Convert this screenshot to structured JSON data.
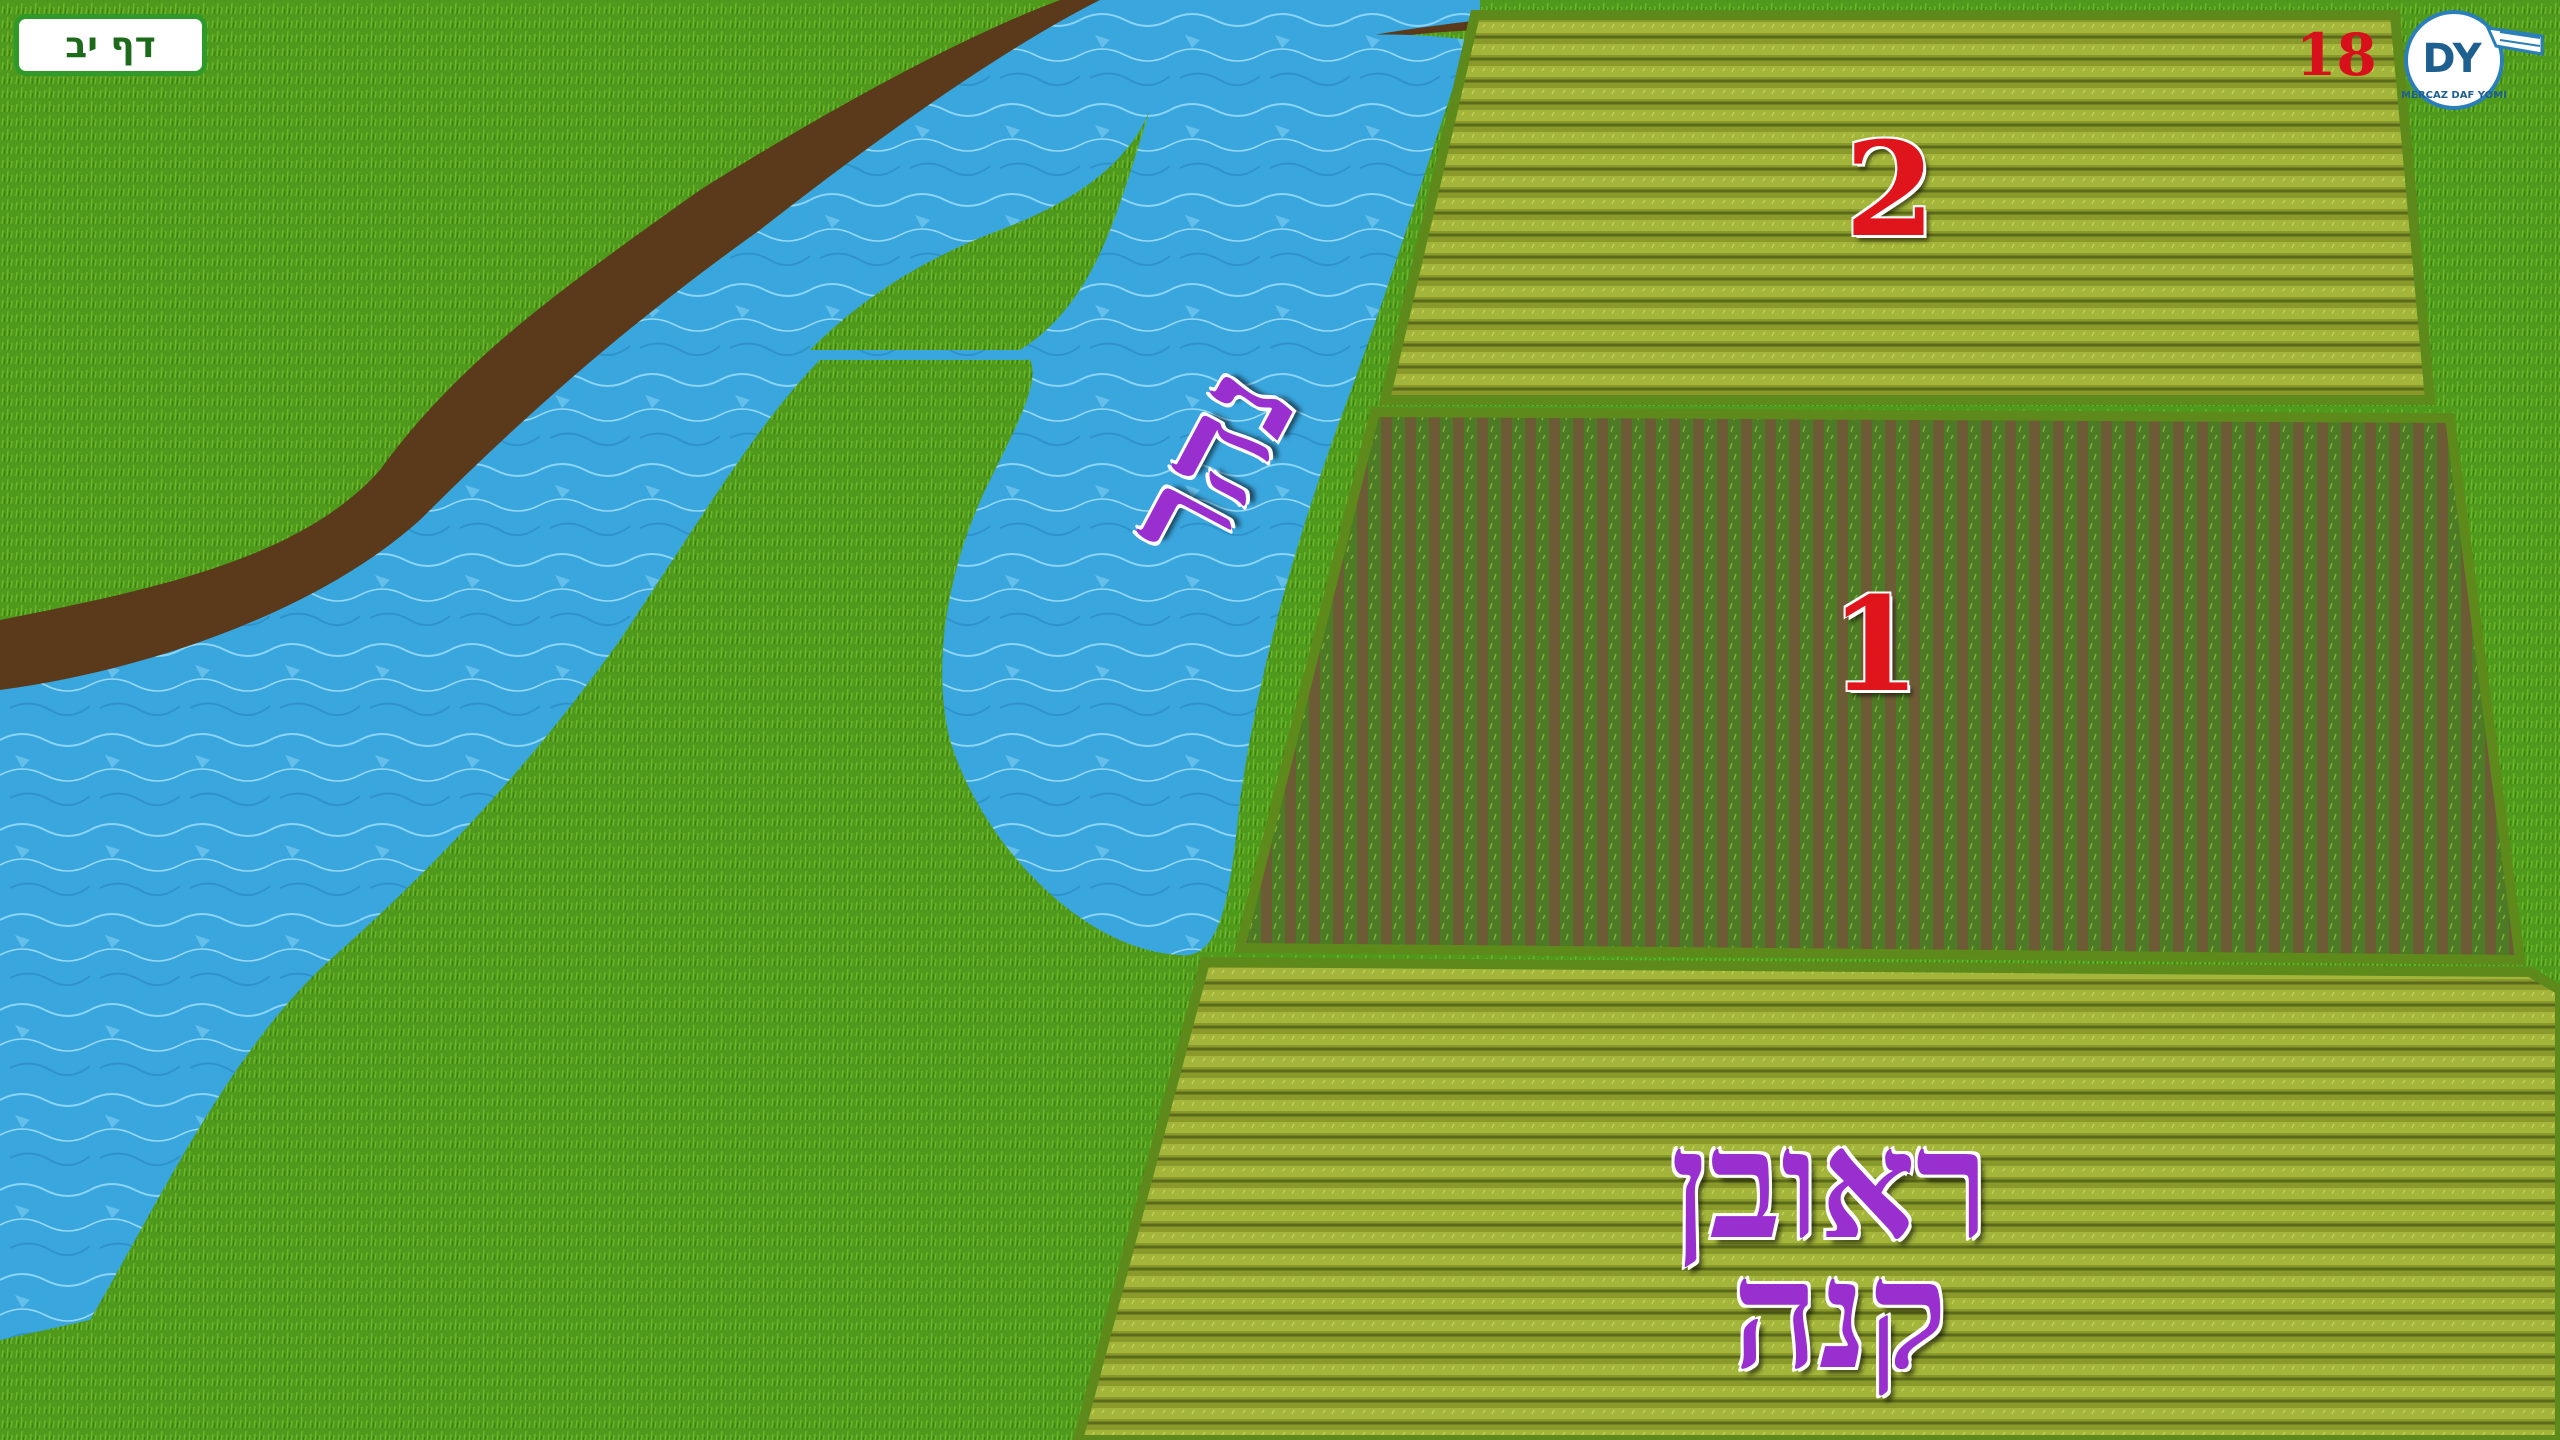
{
  "badge": {
    "label": "דף יב"
  },
  "page_number": "18",
  "logo": {
    "letters": "DY",
    "caption": "MERCAZ DAF YOMI"
  },
  "fields": {
    "top_number": "2",
    "middle_number": "1"
  },
  "labels": {
    "river": "נהר",
    "buyer_line_1": "ראובן",
    "buyer_line_2": "קנה"
  },
  "colors": {
    "grass": "#4f9a1c",
    "water": "#3aa6de",
    "river_bank": "#5a3a1a",
    "label_purple": "#9a2fd0",
    "number_red": "#e0141b",
    "badge_border": "#2f9a2a"
  }
}
